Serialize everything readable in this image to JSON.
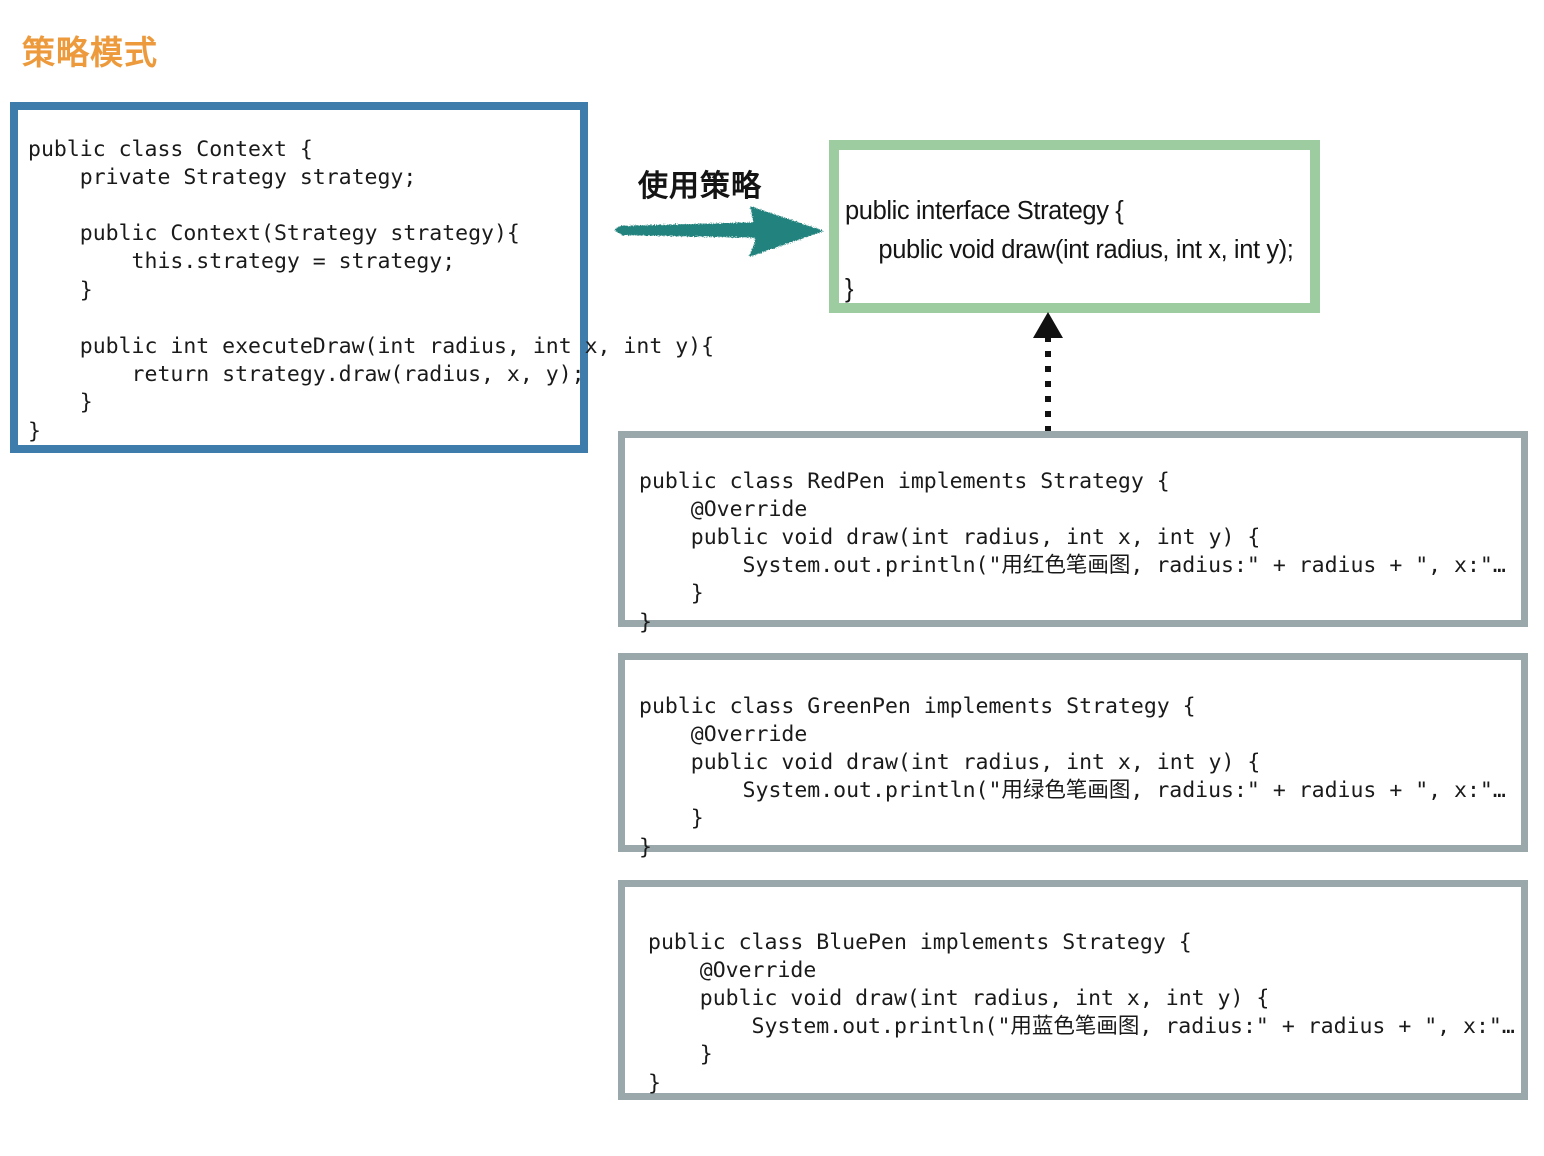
{
  "page": {
    "title": "策略模式",
    "title_color": "#ED9A3D",
    "background": "#ffffff"
  },
  "context_box": {
    "name": "Context",
    "border_color": "#3E7CAB",
    "code": "public class Context {\n    private Strategy strategy;\n\n    public Context(Strategy strategy){\n        this.strategy = strategy;\n    }\n\n    public int executeDraw(int radius, int x, int y){\n        return strategy.draw(radius, x, y);\n    }\n}"
  },
  "relation": {
    "use_strategy_label": "使用策略",
    "arrow_color": "#24837E",
    "implements_arrow": "dotted-up-arrow"
  },
  "strategy_box": {
    "name": "Strategy",
    "border_color": "#9CCCA0",
    "code": "public interface Strategy {\n     public void draw(int radius, int x, int y);\n}"
  },
  "implementations": [
    {
      "name": "RedPen",
      "border_color": "#9AA8AB",
      "code": "public class RedPen implements Strategy {\n    @Override\n    public void draw(int radius, int x, int y) {\n        System.out.println(\"用红色笔画图, radius:\" + radius + \", x:\"…\n    }\n}"
    },
    {
      "name": "GreenPen",
      "border_color": "#9AA8AB",
      "code": "public class GreenPen implements Strategy {\n    @Override\n    public void draw(int radius, int x, int y) {\n        System.out.println(\"用绿色笔画图, radius:\" + radius + \", x:\"…\n    }\n}"
    },
    {
      "name": "BluePen",
      "border_color": "#9AA8AB",
      "code": "public class BluePen implements Strategy {\n    @Override\n    public void draw(int radius, int x, int y) {\n        System.out.println(\"用蓝色笔画图, radius:\" + radius + \", x:\"…\n    }\n}"
    }
  ]
}
